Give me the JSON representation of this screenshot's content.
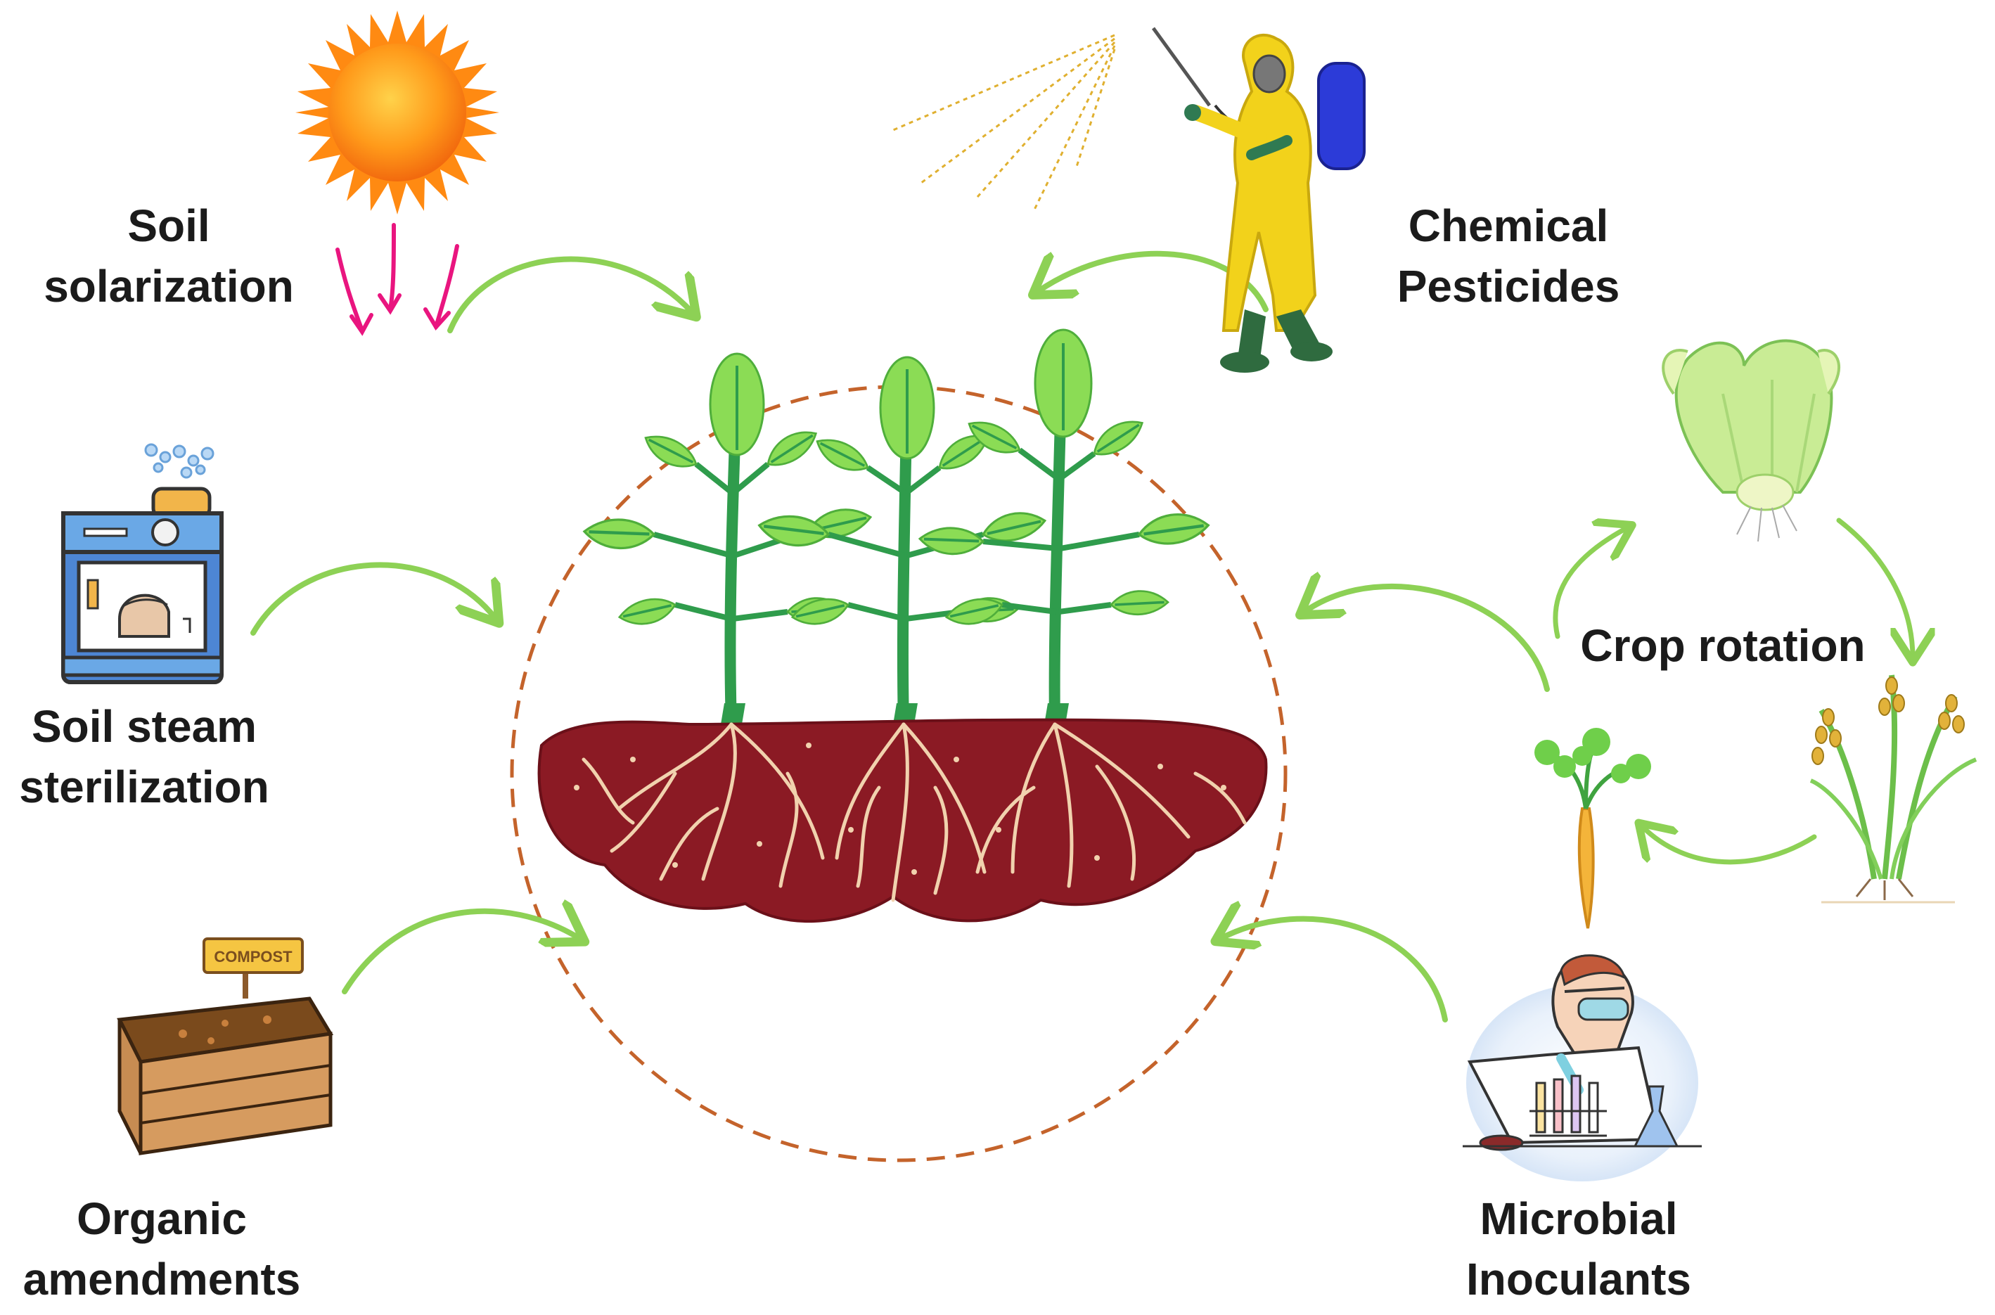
{
  "diagram": {
    "center": {},
    "methods": [
      {
        "id": "solarization",
        "lines": [
          "Soil",
          "solarization"
        ]
      },
      {
        "id": "pesticides",
        "lines": [
          "Chemical",
          "Pesticides"
        ]
      },
      {
        "id": "steam",
        "lines": [
          "Soil steam",
          "sterilization"
        ]
      },
      {
        "id": "rotation",
        "lines": [
          "Crop rotation"
        ]
      },
      {
        "id": "organic",
        "lines": [
          "Organic",
          "amendments"
        ]
      },
      {
        "id": "microbial",
        "lines": [
          "Microbial",
          "Inoculants"
        ]
      }
    ],
    "compost_sign": "COMPOST",
    "colors": {
      "arrow": "#8dd155",
      "circle_dash": "#c4632b",
      "soil": "#8b1a24",
      "root": "#f1d2ae",
      "leaf": "#8bdc55",
      "stem": "#2f9c4c",
      "sun": "#ffa21a",
      "sun_rays": "#e9157f",
      "hazmat": "#f2d21b",
      "sprayer": "#2c3bd8"
    }
  }
}
